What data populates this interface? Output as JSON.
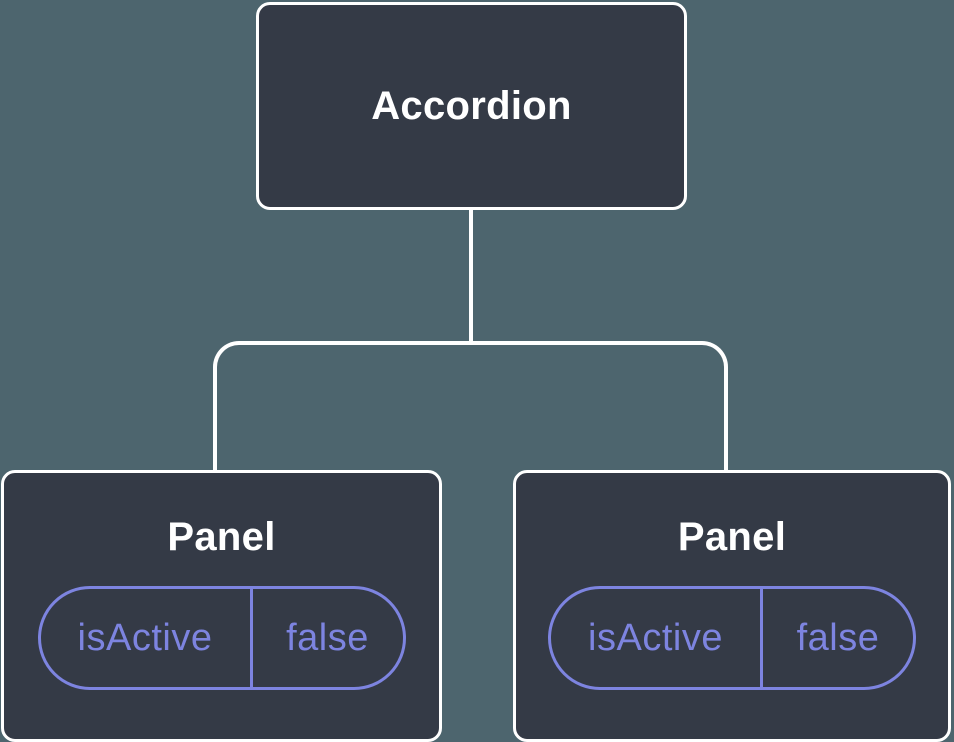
{
  "colors": {
    "background": "#4D656E",
    "node_fill": "#343A46",
    "node_border": "#FFFFFF",
    "connector": "#FFFFFF",
    "node_text": "#FFFFFF",
    "state_accent": "#7D84E0"
  },
  "tree": {
    "root": {
      "label": "Accordion"
    },
    "children": [
      {
        "label": "Panel",
        "state": {
          "key": "isActive",
          "value": "false"
        }
      },
      {
        "label": "Panel",
        "state": {
          "key": "isActive",
          "value": "false"
        }
      }
    ]
  }
}
